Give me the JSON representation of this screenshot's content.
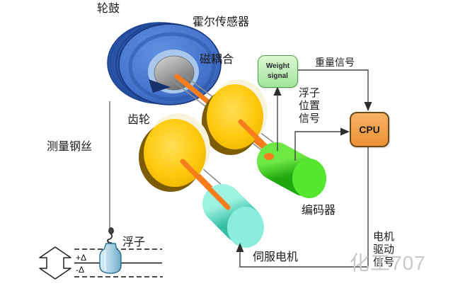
{
  "diagram": {
    "labels": {
      "wheel_drum": "轮鼓",
      "hall_sensor": "霍尔传感器",
      "magnetic_coupling": "磁耦合",
      "gear": "齿轮",
      "measuring_wire": "测量钢丝",
      "float": "浮子",
      "encoder": "编码器",
      "servo_motor": "伺服电机"
    },
    "signals": {
      "weight_signal": "重量信号",
      "float_position": {
        "line1": "浮子",
        "line2": "位置",
        "line3": "信号"
      },
      "motor_drive": {
        "line1": "电机",
        "line2": "驱动",
        "line3": "信号"
      }
    },
    "boxes": {
      "weight": {
        "line1": "Weight",
        "line2": "signal"
      },
      "cpu": "CPU"
    },
    "level_marks": {
      "plus_delta": "+Δ",
      "minus_delta": "-Δ"
    },
    "watermark": "化工707",
    "colors": {
      "drum_blue": "#4a76cf",
      "drum_side_blue": "#2a55a8",
      "drum_inner_ring": "#a9c6ec",
      "hub_gray": "#9a9a9a",
      "gear_yellow": "#ffc90e",
      "gear_shadow": "#7c5c04",
      "shaft_orange": "#f57d1c",
      "encoder_green": "#2dbd17",
      "encoder_face_green": "#55e62f",
      "servo_cyan": "#49cdb4",
      "servo_face_cyan": "#8beedd",
      "weight_box_green": "#b9eead",
      "cpu_orange": "#f19a3e",
      "float_blue": "#aed3e6",
      "line_gray": "#454545",
      "watermark_gray": "#c9c9c9"
    }
  }
}
